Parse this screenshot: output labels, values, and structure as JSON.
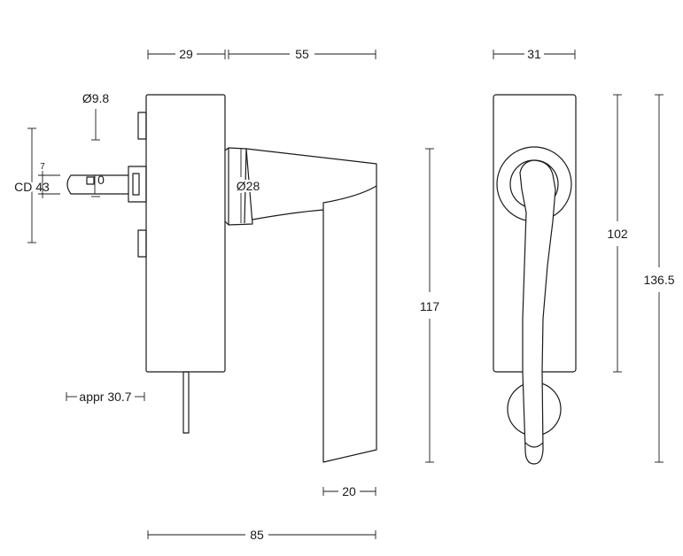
{
  "side_view": {
    "dims": {
      "width_body": "29",
      "width_handle": "55",
      "spindle_dia": "Ø9.8",
      "rose_dia": "Ø28",
      "cd": "CD 43",
      "small_7": "7",
      "square": "□",
      "square_value": "0",
      "approx": "appr 30.7",
      "lever_len": "117",
      "lever_tip": "20",
      "overall": "85"
    }
  },
  "front_view": {
    "dims": {
      "width": "31",
      "plate_height": "102",
      "overall_height": "136.5"
    }
  }
}
